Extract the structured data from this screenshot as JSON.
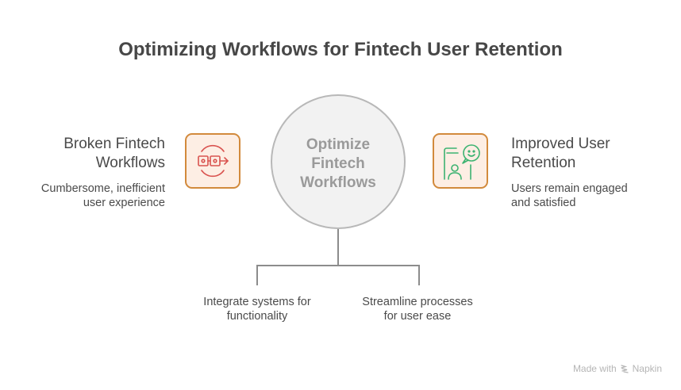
{
  "title": "Optimizing Workflows for Fintech User Retention",
  "left": {
    "title_line1": "Broken Fintech",
    "title_line2": "Workflows",
    "desc_line1": "Cumbersome, inefficient",
    "desc_line2": "user experience",
    "icon": "broken-workflow-icon"
  },
  "center": {
    "line1": "Optimize",
    "line2": "Fintech",
    "line3": "Workflows"
  },
  "right": {
    "title_line1": "Improved User",
    "title_line2": "Retention",
    "desc_line1": "Users remain engaged",
    "desc_line2": "and satisfied",
    "icon": "happy-user-icon"
  },
  "branches": [
    {
      "line1": "Integrate systems for",
      "line2": "functionality"
    },
    {
      "line1": "Streamline processes",
      "line2": "for user ease"
    }
  ],
  "footer": {
    "made_with": "Made with",
    "brand": "Napkin",
    "icon": "napkin-logo-icon"
  },
  "colors": {
    "icon_border": "#d28a3c",
    "icon_bg": "#fdeee4",
    "broken_icon": "#d9534f",
    "happy_icon": "#3cb371",
    "circle_fill": "#f2f2f2",
    "circle_border": "#b8b8b8"
  }
}
